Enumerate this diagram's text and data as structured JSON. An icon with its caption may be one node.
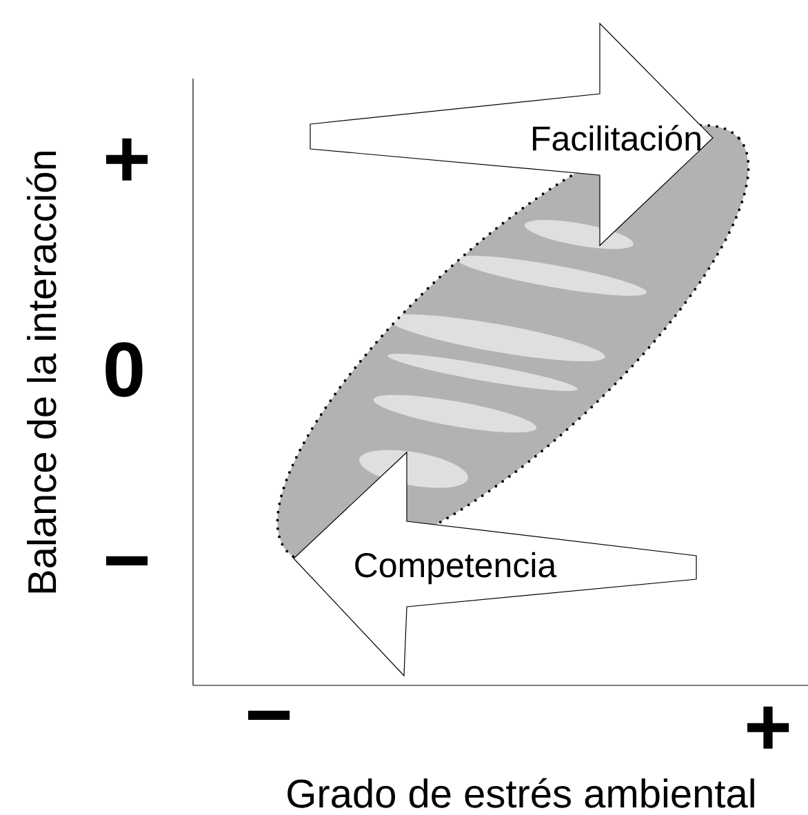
{
  "diagram": {
    "nodes": [
      {
        "text": [
          "Facilitación"
        ]
      },
      {
        "text": [
          "Competencia"
        ]
      }
    ],
    "labels": [
      "Balance de la interacción",
      "+",
      "0",
      "−",
      "−",
      "+",
      "Grado de estrés ambiental"
    ]
  }
}
